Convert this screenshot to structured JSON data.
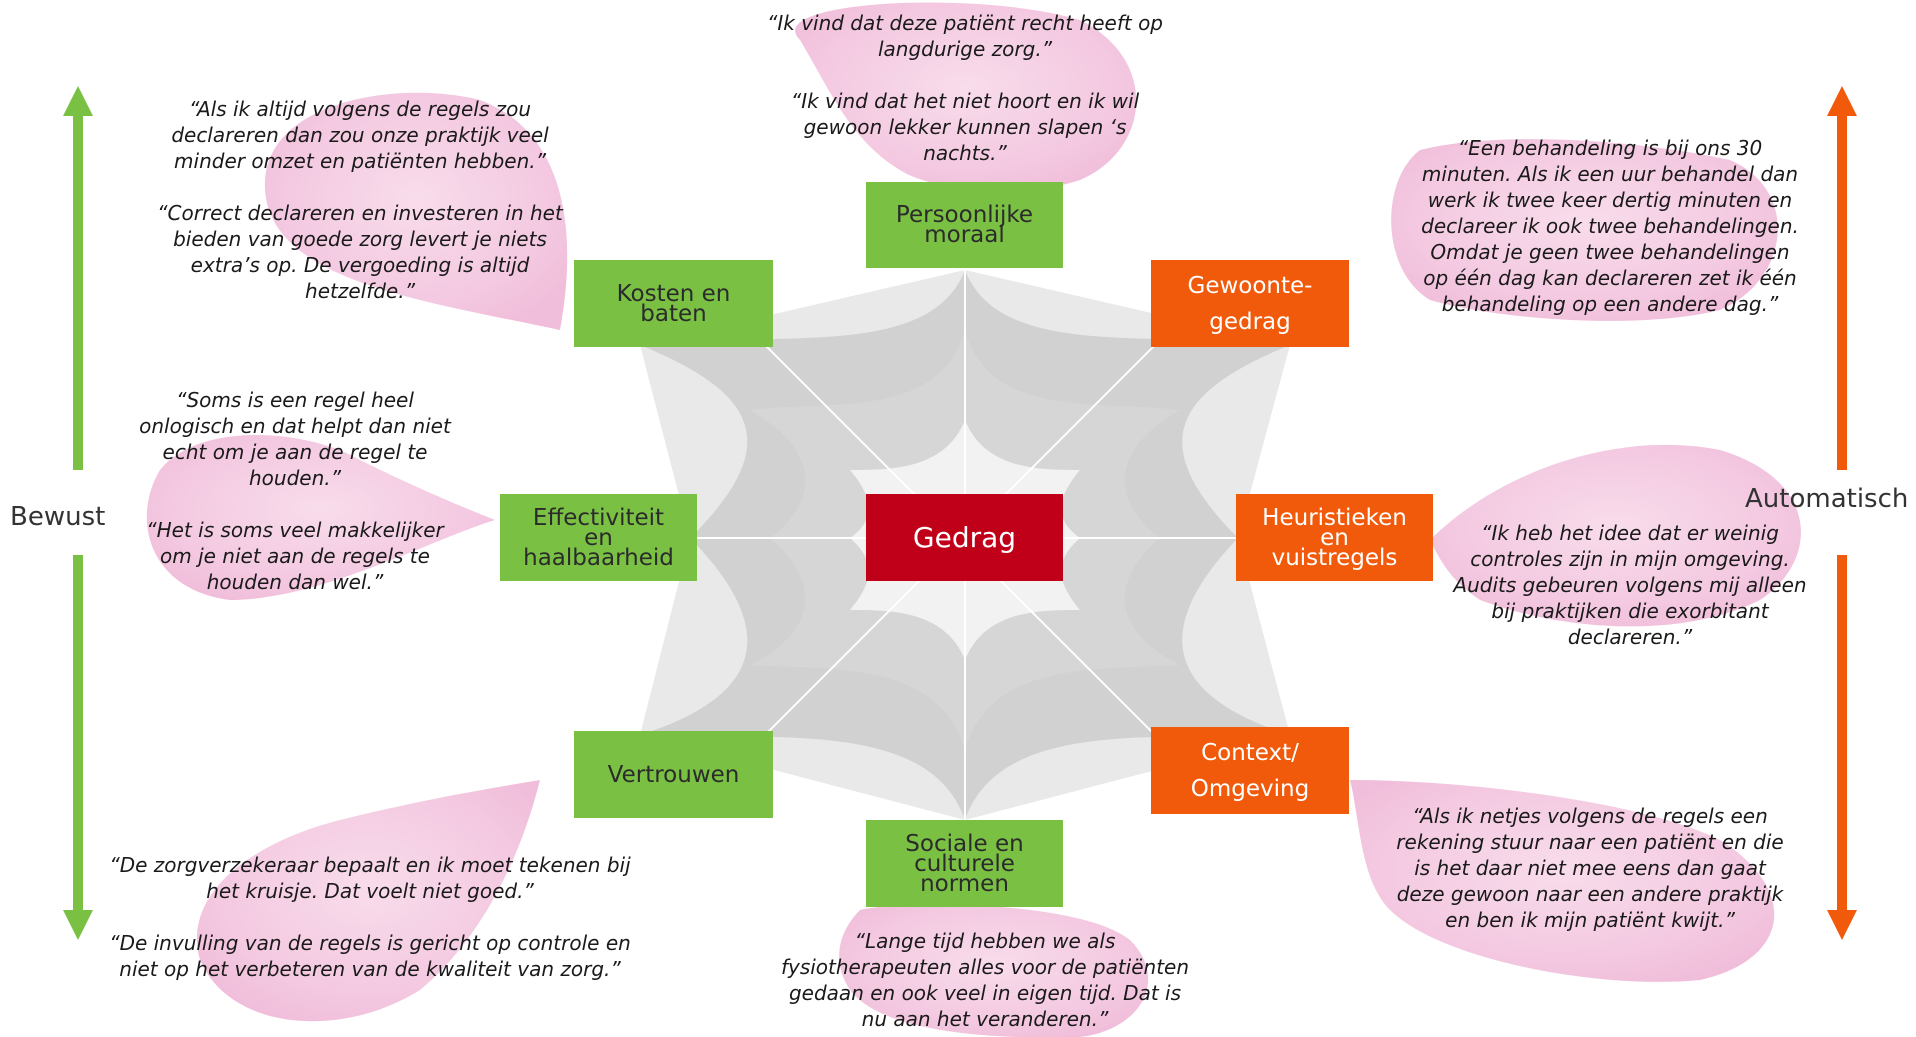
{
  "axis_left": {
    "label": "Bewust",
    "color": "#7ac143"
  },
  "axis_right": {
    "label": "Automatisch",
    "color": "#f05a0a"
  },
  "center": {
    "label": "Gedrag",
    "color": "#c00018"
  },
  "nodes": {
    "moraal": "Persoonlijke\nmoraal",
    "kosten": "Kosten en\nbaten",
    "effectiviteit": "Effectiviteit\nen\nhaalbaarheid",
    "vertrouwen": "Vertrouwen",
    "sociale": "Sociale en\nculturele\nnormen",
    "gewoonte": "Gewoonte-\ngedrag",
    "heuristieken": "Heuristieken\nen\nvuistregels",
    "context": "Context/\nOmgeving"
  },
  "quotes": {
    "top": "“Ik vind dat deze patiënt recht heeft op\nlangdurige zorg.”\n\n“Ik vind dat het niet hoort en ik wil\ngewoon lekker kunnen slapen ‘s\nnachts.”",
    "top_left": "“Als ik altijd volgens de regels zou\ndeclareren dan zou onze praktijk veel\nminder omzet en patiënten hebben.”\n\n“Correct declareren en investeren in het\nbieden van goede zorg levert je niets\nextra’s op. De vergoeding is altijd\nhetzelfde.”",
    "left": "“Soms is een regel heel\nonlogisch en dat helpt dan niet\necht om je aan de regel te\nhouden.”\n\n“Het is soms veel makkelijker\nom je niet aan de regels te\nhouden dan wel.”",
    "bottom_left": "“De zorgverzekeraar bepaalt en ik moet tekenen bij\nhet kruisje. Dat voelt niet goed.”\n\n“De invulling van de regels is gericht op controle en\nniet op het verbeteren van de kwaliteit van zorg.”",
    "bottom": "“Lange tijd hebben we als\nfysiotherapeuten alles voor de patiënten\ngedaan en ook veel in eigen tijd. Dat is\nnu aan het veranderen.”",
    "top_right": "“Een behandeling is bij ons 30\nminuten. Als ik een uur behandel dan\nwerk ik twee keer dertig minuten en\ndeclareer ik ook twee behandelingen.\nOmdat je geen twee behandelingen\nop één dag kan declareren zet ik één\nbehandeling op een andere dag.”",
    "right": "“Ik heb het idee dat er weinig\ncontroles zijn in mijn omgeving.\nAudits gebeuren volgens mij alleen\nbij praktijken die exorbitant\ndeclareren.”",
    "bottom_right": "“Als ik netjes volgens de regels een\nrekening stuur naar een patiënt en die\nis het daar niet mee eens dan gaat\ndeze gewoon naar een andere praktijk\nen ben ik mijn patiënt kwijt.”"
  }
}
